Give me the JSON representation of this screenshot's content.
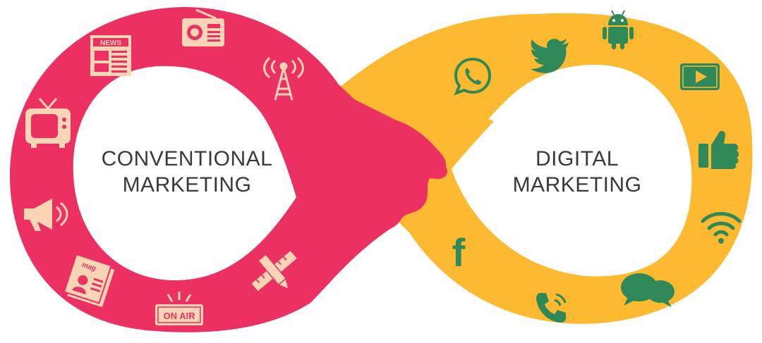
{
  "colors": {
    "conventional": "#EC3062",
    "digital": "#FDB92F",
    "conventional_icon": "#F9D5B4",
    "digital_icon": "#2E8857",
    "text": "#3A3A3A",
    "background": "#FFFFFF"
  },
  "left_loop": {
    "label_line1": "CONVENTIONAL",
    "label_line2": "MARKETING",
    "icons": [
      {
        "name": "newspaper-icon",
        "text": "NEWS"
      },
      {
        "name": "radio-icon"
      },
      {
        "name": "radio-tower-icon"
      },
      {
        "name": "tv-icon"
      },
      {
        "name": "megaphone-icon"
      },
      {
        "name": "magazine-icon",
        "text": "mag"
      },
      {
        "name": "on-air-icon",
        "text": "ON AIR"
      },
      {
        "name": "pencil-ruler-icon"
      }
    ]
  },
  "right_loop": {
    "label_line1": "DIGITAL",
    "label_line2": "MARKETING",
    "icons": [
      {
        "name": "whatsapp-icon"
      },
      {
        "name": "twitter-icon"
      },
      {
        "name": "android-icon"
      },
      {
        "name": "youtube-icon"
      },
      {
        "name": "thumbs-up-icon"
      },
      {
        "name": "wifi-icon"
      },
      {
        "name": "chat-bubbles-icon"
      },
      {
        "name": "phone-icon"
      },
      {
        "name": "facebook-icon",
        "text": "f"
      }
    ]
  }
}
